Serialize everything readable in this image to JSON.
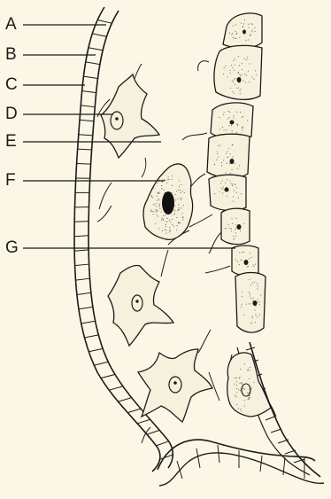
{
  "colors": {
    "background": "#fbf6e6",
    "ink": "#1b1b1b",
    "cell_fill": "#f6f1dc"
  },
  "labels": [
    "A",
    "B",
    "C",
    "D",
    "E",
    "F",
    "G"
  ]
}
